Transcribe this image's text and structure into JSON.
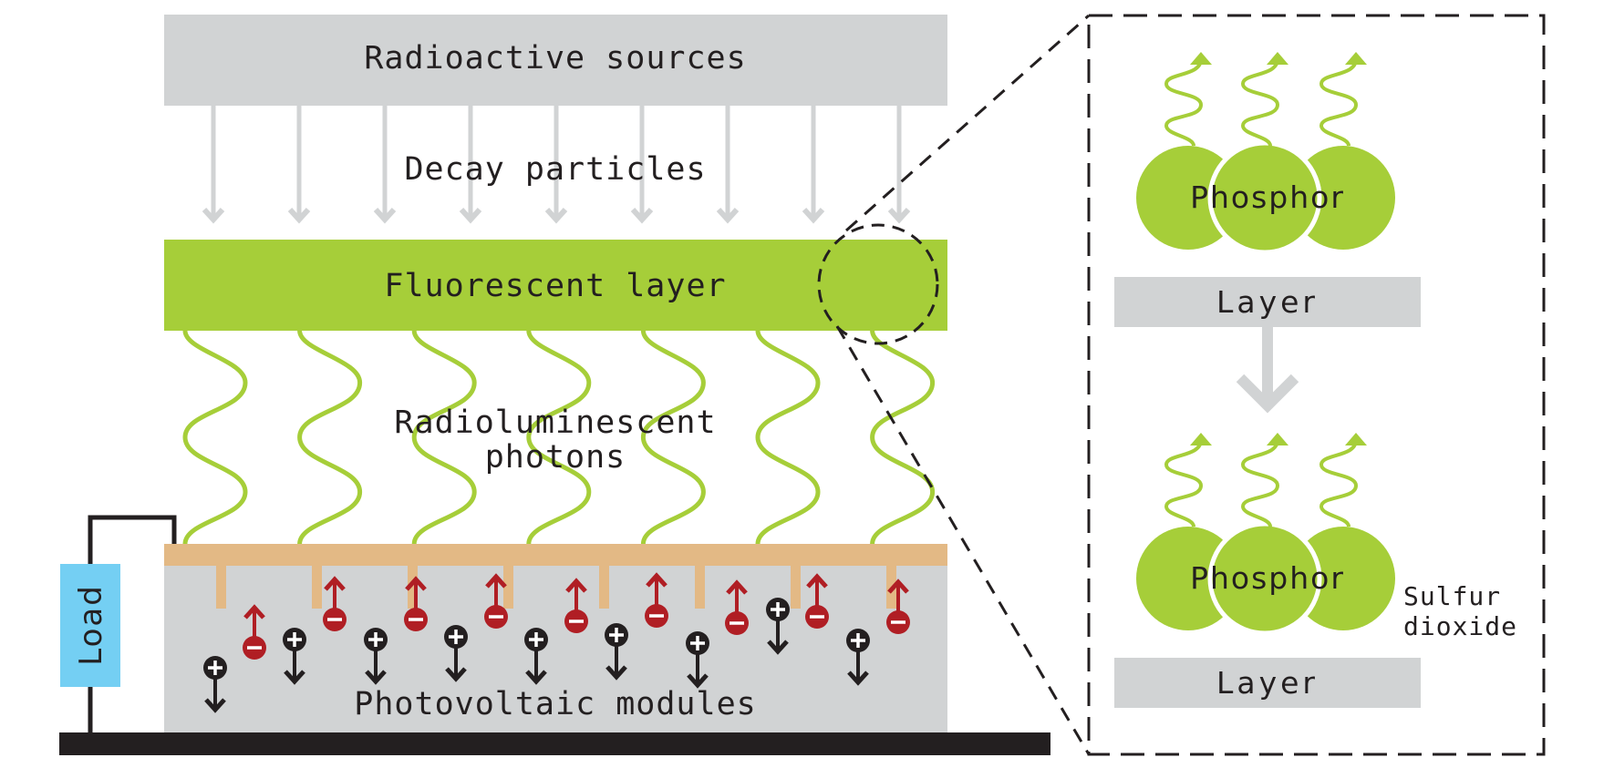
{
  "title": "Radioluminescent battery diagram",
  "colors": {
    "gray": "#D1D3D4",
    "green": "#A6CE39",
    "orange": "#E3B985",
    "red": "#B01E24",
    "black": "#231F20",
    "load_blue": "#74CFF3",
    "white": "#FFFFFF"
  },
  "labels": {
    "radioactive_sources": "Radioactive sources",
    "decay_particles": "Decay particles",
    "fluorescent_layer": "Fluorescent layer",
    "radioluminescent_line1": "Radioluminescent",
    "radioluminescent_line2": "photons",
    "photovoltaic_modules": "Photovoltaic modules",
    "load": "Load"
  },
  "detail_panel": {
    "top": {
      "particle_label": "Phosphor",
      "layer_label": "Layer"
    },
    "bottom": {
      "particle_label": "Phosphor",
      "layer_label": "Layer",
      "annotation_line1": "Sulfur",
      "annotation_line2": "dioxide"
    }
  },
  "counts": {
    "decay_arrows": 9,
    "photon_waves": 7,
    "contact_fingers": 8,
    "electrons": 9,
    "holes": 9,
    "phosphor_particles_per_group": 3
  },
  "charges": {
    "electron_symbol": "−",
    "hole_symbol": "+"
  }
}
